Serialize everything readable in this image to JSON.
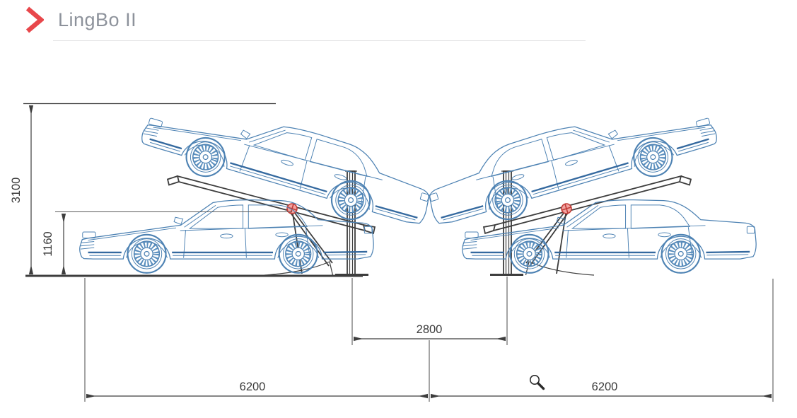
{
  "header": {
    "title": "LingBo II"
  },
  "diagram": {
    "dimensions": {
      "total_height": "3100",
      "lift_height": "1160",
      "center_clearance": "2800",
      "bay_length_left": "6200",
      "bay_length_right": "6200"
    },
    "colors": {
      "accent_red": "#e8474b",
      "title_gray": "#8d929b",
      "car_blue": "#4d82b3",
      "drawing_dark": "#3d3d3d",
      "pivot_red": "#c13b36"
    },
    "icons": {
      "header_chevron": "chevron-right-icon",
      "pivot": "pivot-crosshair-icon",
      "magnifier": "magnifier-icon"
    }
  }
}
